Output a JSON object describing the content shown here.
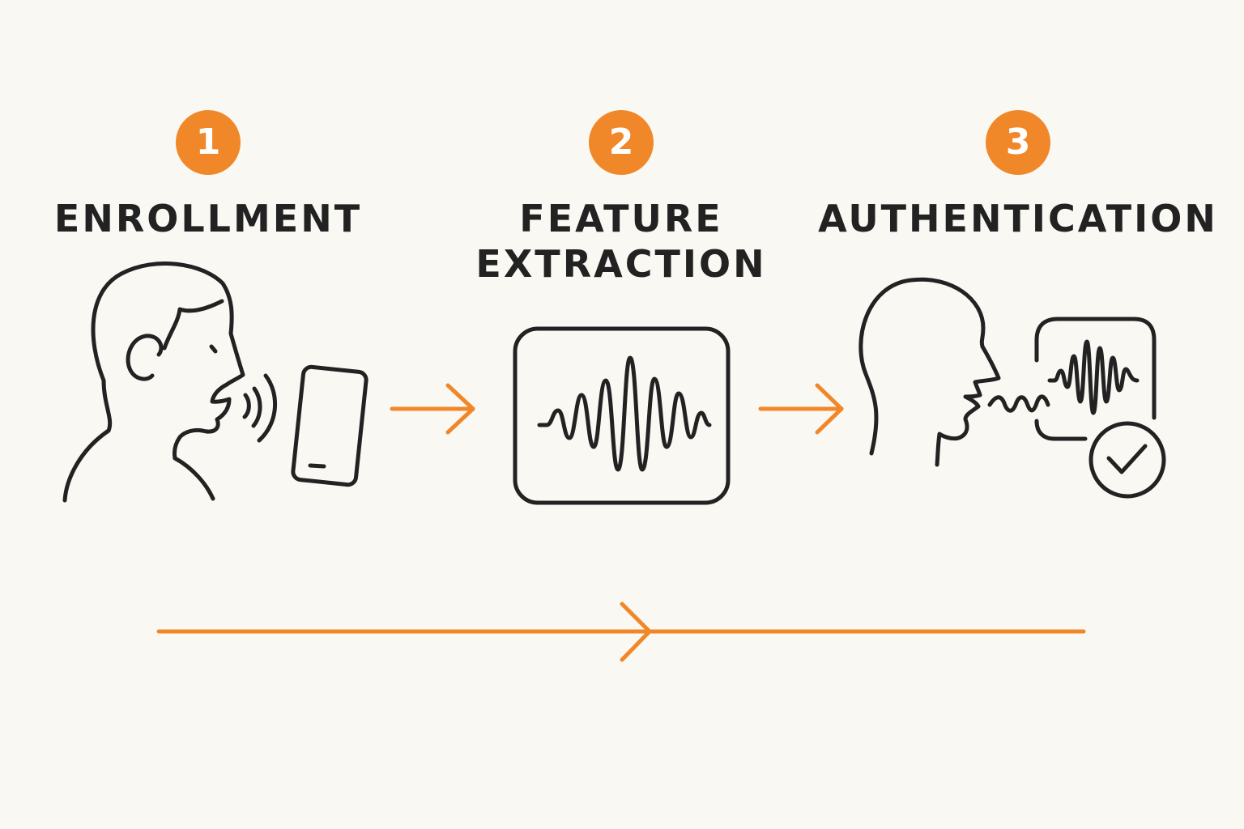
{
  "colors": {
    "accent": "#f0882a",
    "ink": "#222222",
    "background": "#faf8f3"
  },
  "steps": [
    {
      "number": "1",
      "title_lines": [
        "ENROLLMENT"
      ]
    },
    {
      "number": "2",
      "title_lines": [
        "FEATURE",
        "EXTRACTION"
      ]
    },
    {
      "number": "3",
      "title_lines": [
        "AUTHENTICATION"
      ]
    }
  ],
  "icons": {
    "step1": [
      "person-speaking-icon",
      "sound-waves-icon",
      "smartphone-icon"
    ],
    "step2": [
      "waveform-box-icon"
    ],
    "step3": [
      "person-speaking-icon",
      "voice-wave-icon",
      "waveform-box-icon",
      "checkmark-circle-icon"
    ],
    "connectors": [
      "arrow-right-icon",
      "arrow-right-icon"
    ],
    "timeline": "timeline-arrow"
  }
}
